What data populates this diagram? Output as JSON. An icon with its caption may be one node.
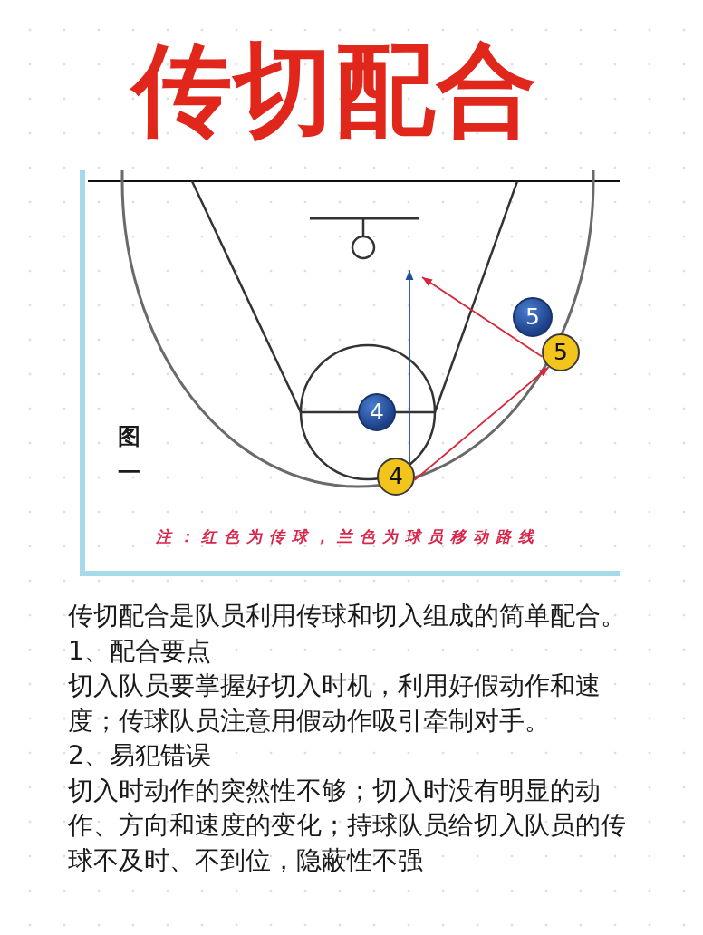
{
  "diagram": {
    "title": "传切配合",
    "nodes": [
      {
        "text": [
          "5"
        ]
      },
      {
        "text": [
          "5"
        ]
      },
      {
        "text": [
          "4"
        ]
      },
      {
        "text": [
          "4"
        ]
      }
    ],
    "edges": [
      {
        "from": 3,
        "to": null,
        "arrow": "to",
        "color": "#1f4e9c"
      },
      {
        "from": 3,
        "to": 1,
        "arrow": "to"
      },
      {
        "from": 1,
        "to": null,
        "arrow": "to"
      }
    ],
    "labels": [
      "图一",
      "注：红色为传球，兰色为球员移动路线",
      "传切配合是队员利用传球和切入组成的简单配合。",
      "1、配合要点",
      "切入队员要掌握好切入时机，利用好假动作和速度；传球队员注意用假动作吸引牵制对手。",
      "2、易犯错误",
      "切入时动作的突然性不够；切入时没有明显的动作、方向和速度的变化；持球队员给切入队员的传球不及时、不到位，隐蔽性不强"
    ]
  }
}
